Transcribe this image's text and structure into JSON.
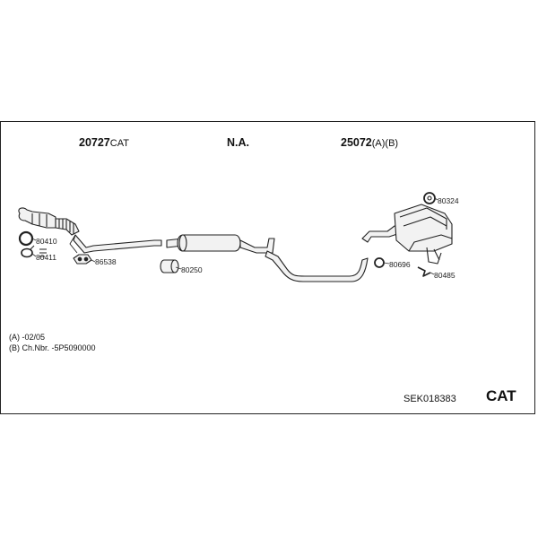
{
  "header": {
    "group1": {
      "number": "20727",
      "suffix": "CAT"
    },
    "group2": {
      "number": "N.A.",
      "suffix": ""
    },
    "group3": {
      "number": "25072",
      "suffix": "(A)(B)"
    }
  },
  "parts": {
    "p80410": "80410",
    "p80411": "80411",
    "p86538": "86538",
    "p80250": "80250",
    "p80696": "80696",
    "p80485": "80485",
    "p80324": "80324"
  },
  "notes": {
    "a": "(A) -02/05",
    "b": "(B) Ch.Nbr. -5P5090000"
  },
  "footer": {
    "code": "SEK018383",
    "category": "CAT"
  }
}
